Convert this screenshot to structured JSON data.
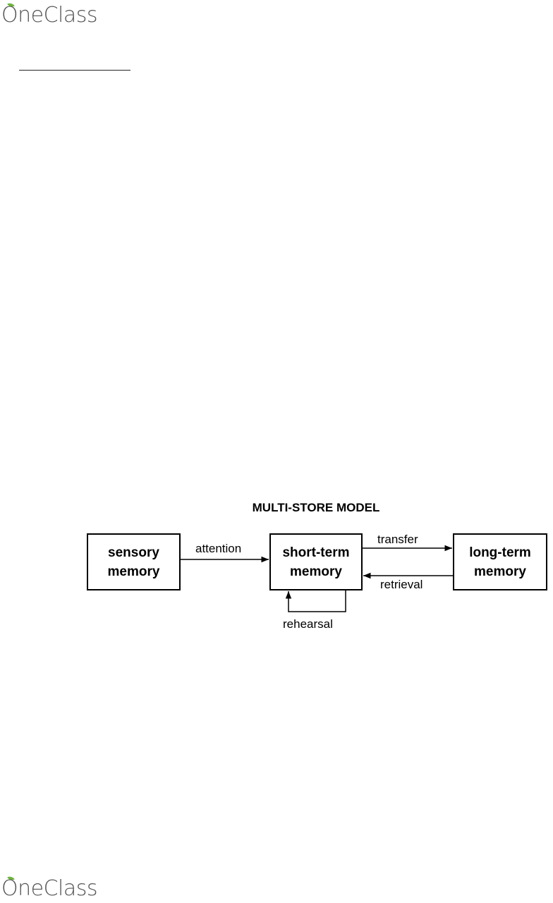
{
  "header": {
    "logo_text": "OneClass"
  },
  "footer": {
    "logo_text": "OneClass"
  },
  "diagram": {
    "title": "MULTI-STORE MODEL",
    "boxes": {
      "sensory": {
        "line1": "sensory",
        "line2": "memory"
      },
      "short_term": {
        "line1": "short-term",
        "line2": "memory"
      },
      "long_term": {
        "line1": "long-term",
        "line2": "memory"
      }
    },
    "labels": {
      "attention": "attention",
      "transfer": "transfer",
      "retrieval": "retrieval",
      "rehearsal": "rehearsal"
    }
  },
  "colors": {
    "logo_leaf": "#6fb43f",
    "logo_text": "#555555"
  }
}
